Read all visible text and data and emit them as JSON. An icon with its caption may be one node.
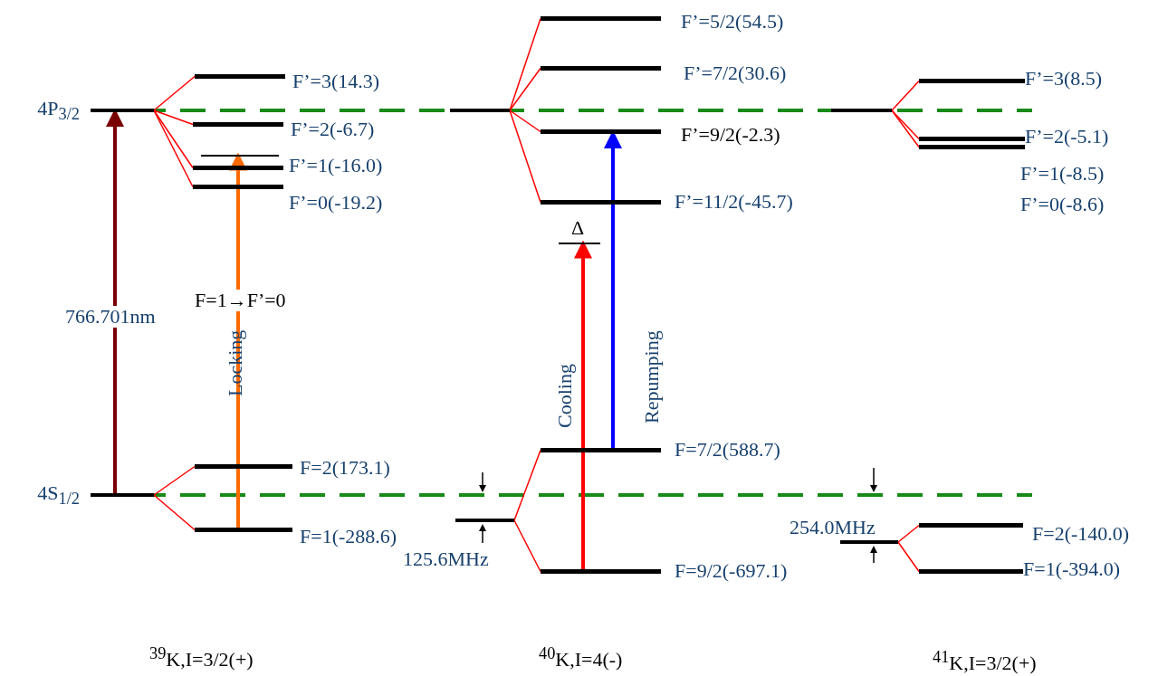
{
  "diagram": {
    "nodes": [
      {
        "text": [
          "4P$_{3/2}$"
        ]
      },
      {
        "text": [
          "F’=3(14.3)"
        ]
      },
      {
        "text": [
          "F’=2(-6.7)"
        ]
      },
      {
        "text": [],
        "shape": "bar"
      },
      {
        "text": [
          "F’=1(-16.0)"
        ]
      },
      {
        "text": [
          "F’=0(-19.2)"
        ]
      },
      {
        "text": [],
        "shape": "bar"
      },
      {
        "text": [
          "F’=5/2(54.5)"
        ]
      },
      {
        "text": [
          "F’=7/2(30.6)"
        ]
      },
      {
        "text": [
          "F’=9/2(-2.3)"
        ]
      },
      {
        "text": [
          "F’=11/2(-45.7)"
        ]
      },
      {
        "text": [
          "Δ"
        ]
      },
      {
        "text": [],
        "shape": "bar"
      },
      {
        "text": [
          "F’=3(8.5)"
        ]
      },
      {
        "text": [
          "F’=2(-5.1)"
        ]
      },
      {
        "text": [
          "F’=1(-8.5)",
          "F’=0(-8.6)"
        ]
      },
      {
        "text": [
          "4S$_{1/2}$"
        ]
      },
      {
        "text": [
          "F=2(173.1)"
        ]
      },
      {
        "text": [
          "F=1(-288.6)"
        ]
      },
      {
        "text": [],
        "shape": "bar"
      },
      {
        "text": [
          "F=7/2(588.7)"
        ]
      },
      {
        "text": [
          "F=9/2(-697.1)"
        ]
      },
      {
        "text": [],
        "shape": "bar"
      },
      {
        "text": [
          "F=2(-140.0)"
        ]
      },
      {
        "text": [
          "F=1(-394.0)"
        ]
      }
    ],
    "edges": [
      {
        "from": 0,
        "to": 1,
        "arrow": "none"
      },
      {
        "from": 0,
        "to": 2,
        "arrow": "none"
      },
      {
        "from": 0,
        "to": 4,
        "arrow": "none"
      },
      {
        "from": 0,
        "to": 5,
        "arrow": "none"
      },
      {
        "from": 6,
        "to": 7,
        "arrow": "none"
      },
      {
        "from": 6,
        "to": 8,
        "arrow": "none"
      },
      {
        "from": 6,
        "to": 9,
        "arrow": "none"
      },
      {
        "from": 6,
        "to": 10,
        "arrow": "none"
      },
      {
        "from": 12,
        "to": 13,
        "arrow": "none"
      },
      {
        "from": 12,
        "to": 14,
        "arrow": "none"
      },
      {
        "from": 12,
        "to": 15,
        "arrow": "none"
      },
      {
        "from": 16,
        "to": 17,
        "arrow": "none"
      },
      {
        "from": 16,
        "to": 18,
        "arrow": "none"
      },
      {
        "from": 19,
        "to": 20,
        "arrow": "none"
      },
      {
        "from": 19,
        "to": 21,
        "arrow": "none"
      },
      {
        "from": 22,
        "to": 23,
        "arrow": "none"
      },
      {
        "from": 22,
        "to": 24,
        "arrow": "none"
      },
      {
        "from": 16,
        "to": 0,
        "arrow": "to",
        "label": "766.701nm",
        "style": "thick",
        "color": "#7a0000"
      },
      {
        "from": 18,
        "to": 3,
        "arrow": "to",
        "label": "Locking",
        "style": "thick",
        "color": "#ff6a00"
      },
      {
        "from": 21,
        "to": 11,
        "arrow": "to",
        "label": "Cooling",
        "style": "thick",
        "color": "#ff0000"
      },
      {
        "from": 20,
        "to": 9,
        "arrow": "to",
        "label": "Repumping",
        "style": "thick",
        "color": "#0000ff"
      }
    ],
    "labels": [
      "F=1→F’=0",
      "125.6MHz",
      "254.0MHz",
      "$^{39}$K,I=3/2(+)",
      "$^{40}$K,I=4(-)",
      "$^{41}$K,I=3/2(+)"
    ]
  }
}
